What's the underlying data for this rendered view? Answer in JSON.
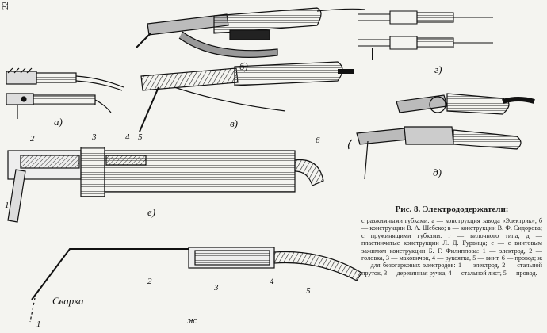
{
  "page_number": "22",
  "figure": {
    "title": "Рис. 8. Электрододержатели:",
    "caption": "с разжимными губками: а — конструкция завода «Электрик»; б — конструкции В. А. Шебеко; в — конструкции В. Ф. Сидорова; с пружинящими губками: г — вилочного типа; д — пластинчатые конструкции Л. Д. Гурвица; е — с винтовым зажимом конструкции Б. Г. Филиппова: 1 — электрод, 2 — головка, 3 — маховичок, 4 — рукоятка, 5 — винт, 6 — провод; ж — для безогарковых электродов: 1 — электрод, 2 — стальной пруток, 3 — деревянная ручка, 4 — стальной лист, 5 — провод."
  },
  "panel_labels": {
    "a": "а)",
    "b": "б)",
    "v": "в)",
    "g": "г)",
    "d": "д)",
    "e": "е)",
    "zh": "ж"
  },
  "callouts_e": [
    "1",
    "2",
    "3",
    "4",
    "5",
    "6"
  ],
  "callouts_zh": [
    "1",
    "2",
    "3",
    "4",
    "5"
  ],
  "zh_annotation": "Сварка"
}
